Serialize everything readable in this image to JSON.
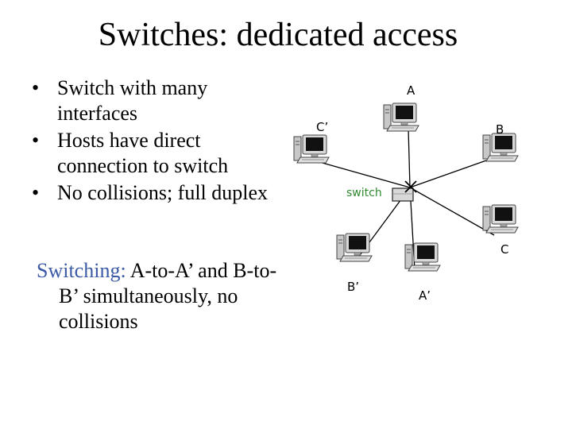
{
  "slide": {
    "title": "Switches: dedicated access",
    "bullets": [
      "Switch with many interfaces",
      "Hosts have direct connection to switch",
      "No collisions; full duplex"
    ],
    "bullet_lines": [
      [
        "Switch with many",
        "interfaces"
      ],
      [
        "Hosts have direct",
        "connection to switch"
      ],
      [
        "No collisions; full duplex"
      ]
    ],
    "switching_label": "Switching:",
    "switching_text_line1": " A-to-A’ and B-to-",
    "switching_text_line2": "B’ simultaneously, no",
    "switching_text_line3": "collisions"
  },
  "diagram": {
    "switch_label": "switch",
    "hosts": {
      "A": "A",
      "B": "B",
      "C": "C",
      "A_prime": "A’",
      "B_prime": "B’",
      "C_prime": "C’"
    },
    "colors": {
      "switching_label": "#3a5aa6",
      "switch_label": "#2e8b2e",
      "link": "#000000",
      "monitor_screen": "#111111",
      "computer_body": "#c8c8c8"
    },
    "icons": [
      "desktop-computer-icon",
      "switch-icon"
    ]
  }
}
